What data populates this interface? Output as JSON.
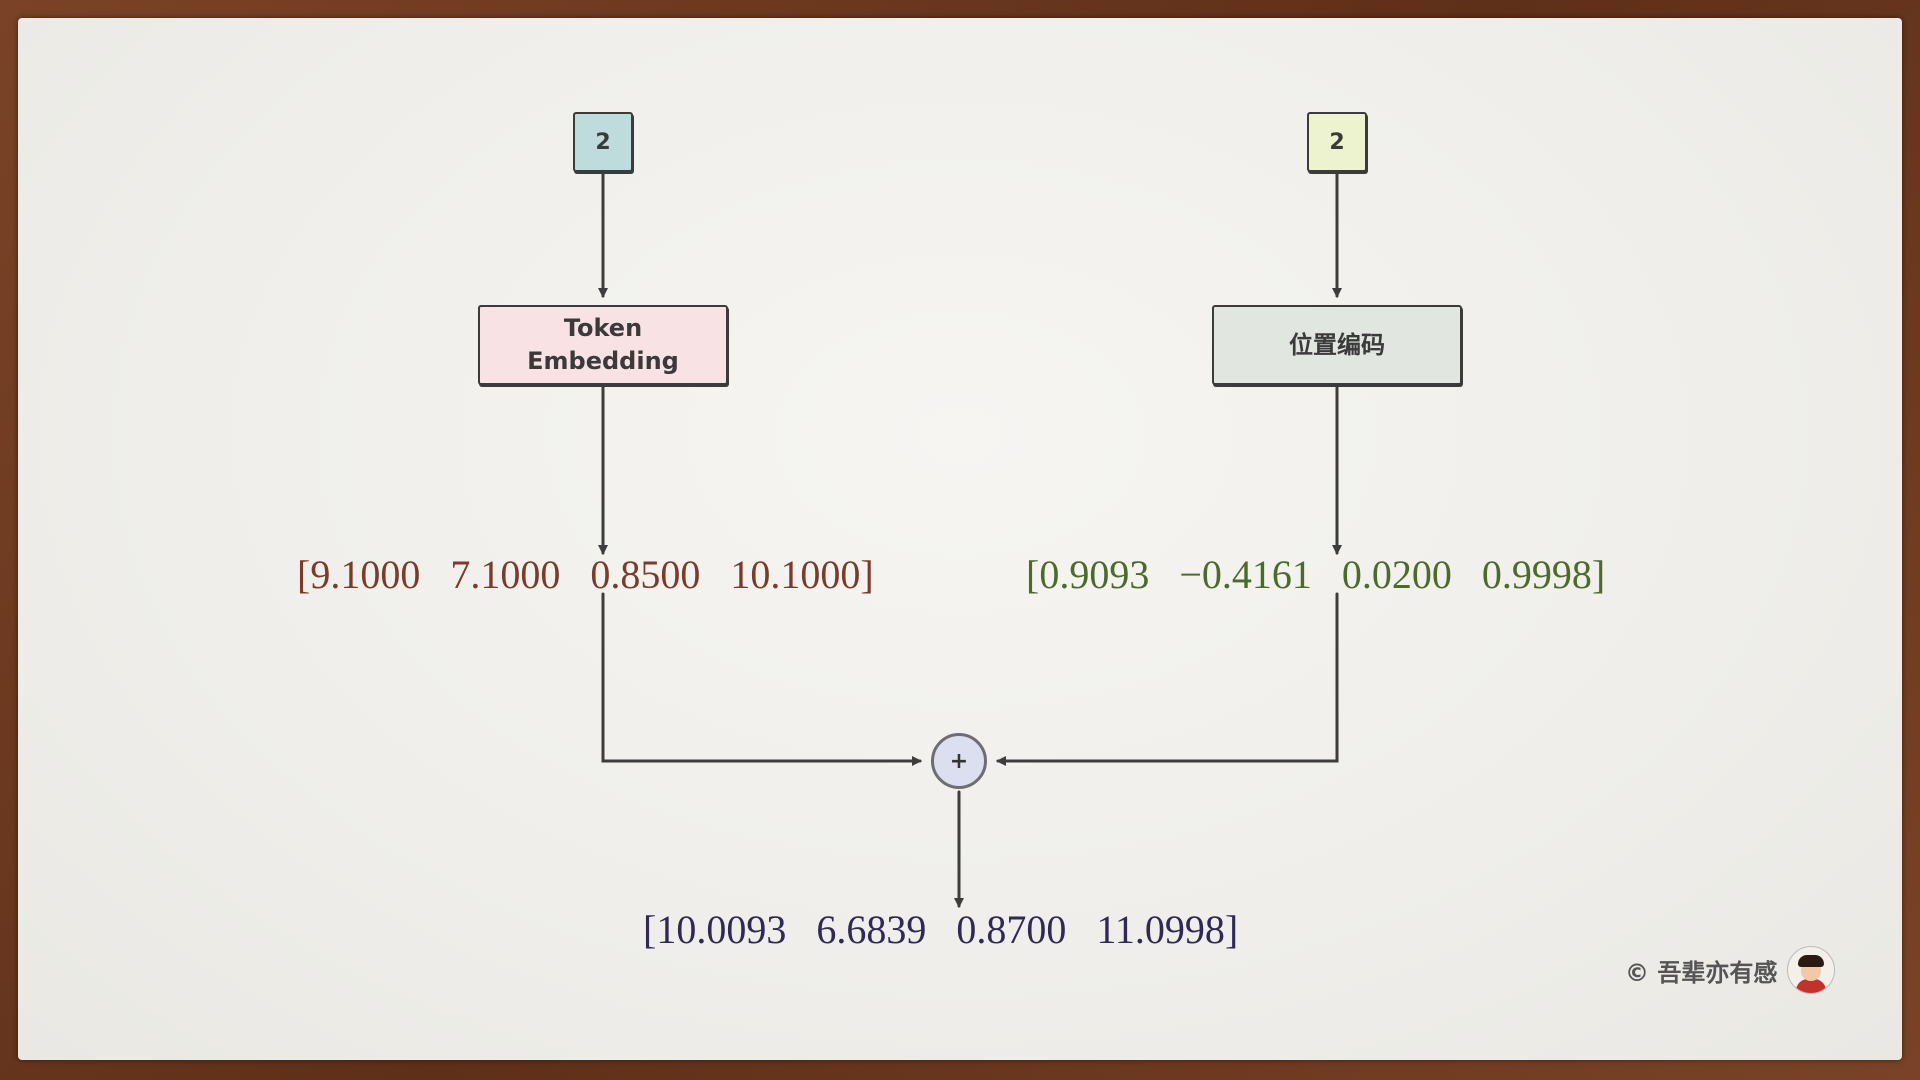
{
  "inputs": {
    "left_token": "2",
    "right_token": "2"
  },
  "boxes": {
    "token_embedding": "Token\nEmbedding",
    "position_encoding": "位置编码"
  },
  "vectors": {
    "token_embedding": "[9.1000   7.1000   0.8500   10.1000]",
    "position_encoding": "[0.9093   −0.4161   0.0200   0.9998]",
    "sum": "[10.0093   6.6839   0.8700   11.0998]"
  },
  "operator": "+",
  "watermark": "© 吾辈亦有感",
  "colors": {
    "token_input_fill": "#bfdcdc",
    "position_input_fill": "#eef3cf",
    "token_embedding_fill": "#f9e2e3",
    "position_encoding_fill": "#e2e6e1",
    "token_vector_text": "#7a3b2b",
    "position_vector_text": "#4c6a2a",
    "sum_vector_text": "#2f2a55",
    "plus_node_fill": "#dcdff0"
  }
}
